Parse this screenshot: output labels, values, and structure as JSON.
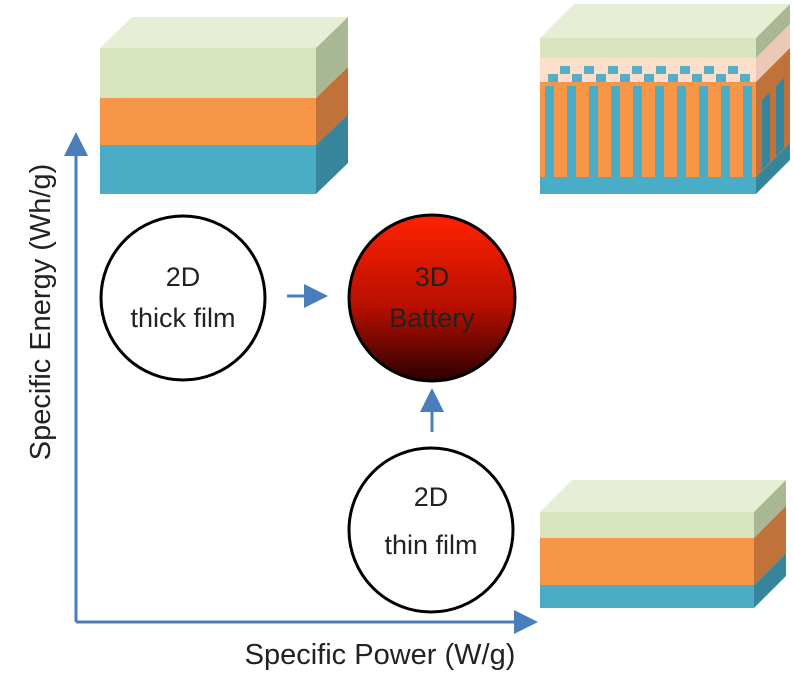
{
  "axes": {
    "x_label": "Specific Power (W/g)",
    "y_label": "Specific Energy (Wh/g)",
    "color": "#4a7ebb"
  },
  "nodes": {
    "thick_film": {
      "line1": "2D",
      "line2": "thick film"
    },
    "battery_3d": {
      "line1": "3D",
      "line2": "Battery"
    },
    "thin_film": {
      "line1": "2D",
      "line2": "thin film"
    }
  },
  "layer_colors": {
    "top": "#d7e4bd",
    "middle": "#f79646",
    "bottom": "#4bacc6"
  }
}
